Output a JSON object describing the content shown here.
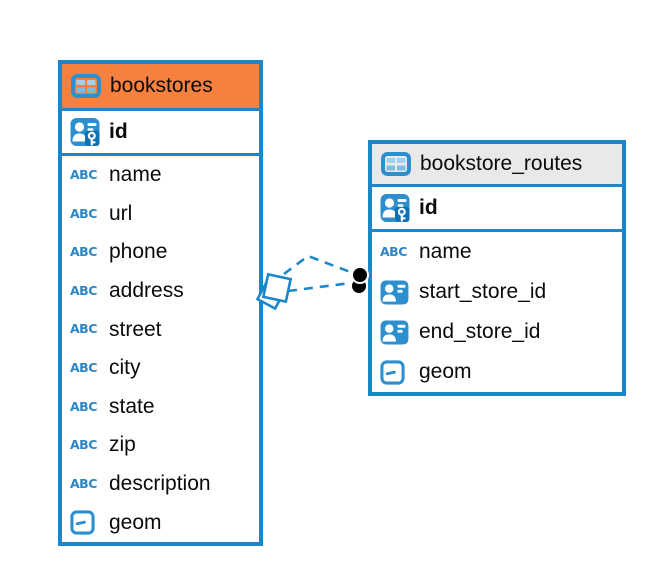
{
  "diagram": {
    "background": "#ffffff",
    "accent_color": "#1b87c8"
  },
  "icons": {
    "entity_header": "table-icon",
    "primary_key": "person-key-icon",
    "text_type_label": "ABC",
    "reference": "person-card-icon",
    "geometry": "geometry-icon"
  },
  "entities": [
    {
      "title": "bookstores",
      "header_color": "#f6813f",
      "primary_key": {
        "name": "id"
      },
      "columns": [
        {
          "name": "name",
          "type": "text"
        },
        {
          "name": "url",
          "type": "text"
        },
        {
          "name": "phone",
          "type": "text"
        },
        {
          "name": "address",
          "type": "text"
        },
        {
          "name": "street",
          "type": "text"
        },
        {
          "name": "city",
          "type": "text"
        },
        {
          "name": "state",
          "type": "text"
        },
        {
          "name": "zip",
          "type": "text"
        },
        {
          "name": "description",
          "type": "text"
        },
        {
          "name": "geom",
          "type": "geometry"
        }
      ]
    },
    {
      "title": "bookstore_routes",
      "header_color": "#e9e9e9",
      "primary_key": {
        "name": "id"
      },
      "columns": [
        {
          "name": "name",
          "type": "text"
        },
        {
          "name": "start_store_id",
          "type": "reference"
        },
        {
          "name": "end_store_id",
          "type": "reference"
        },
        {
          "name": "geom",
          "type": "geometry"
        }
      ]
    }
  ],
  "relationships": {
    "style": "dashed",
    "color": "#1b87c8",
    "edges": [
      {
        "from": "bookstores",
        "to": "bookstore_routes",
        "source_marker": "diamond",
        "target_marker": "dot"
      },
      {
        "from": "bookstores",
        "to": "bookstore_routes",
        "source_marker": "diamond",
        "target_marker": "dot"
      }
    ]
  }
}
